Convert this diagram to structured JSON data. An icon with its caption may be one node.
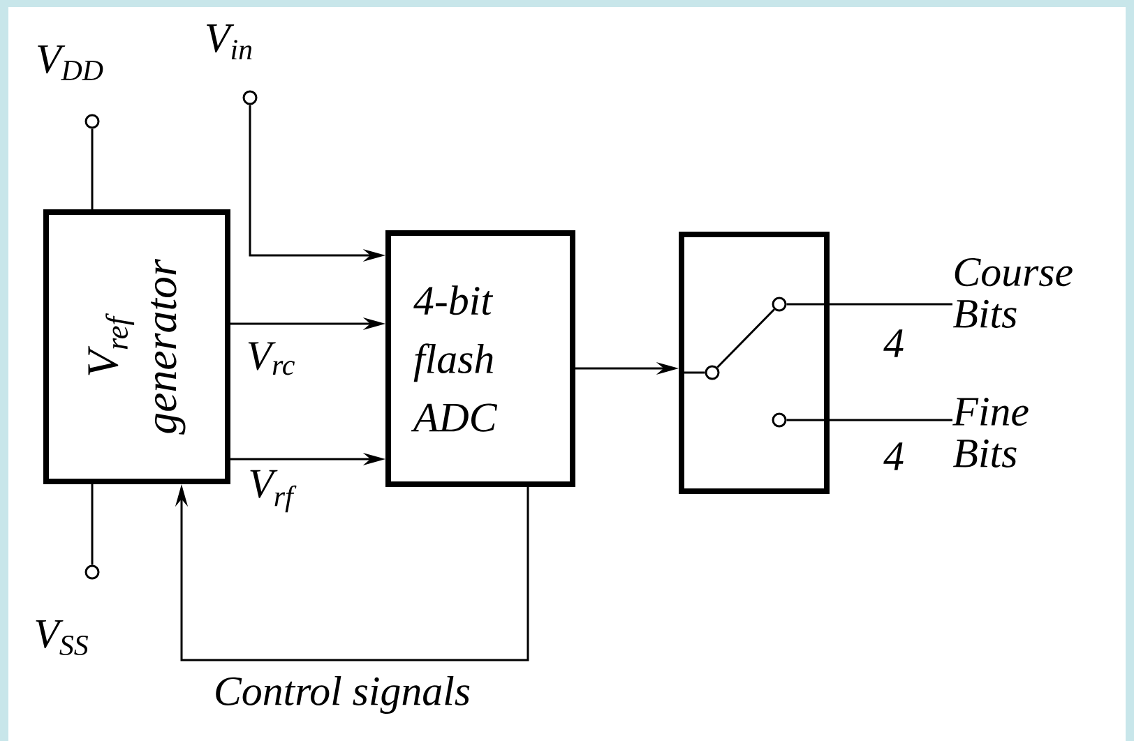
{
  "diagram": {
    "nodes": [
      {
        "text": [
          "V$_{ref}$ generator"
        ]
      },
      {
        "text": [
          "4-bit flash ADC"
        ]
      },
      {
        "text": [],
        "shape": "box"
      },
      {
        "text": [],
        "shape": "circle",
        "beside": [
          "V$_{DD}$"
        ]
      },
      {
        "text": [],
        "shape": "circle",
        "beside": [
          "V$_{in}$"
        ]
      },
      {
        "text": [],
        "shape": "circle",
        "beside": [
          "V$_{SS}$"
        ]
      },
      {
        "text": [
          "Course Bits"
        ]
      },
      {
        "text": [
          "Fine Bits"
        ]
      },
      {
        "text": [],
        "shape": "circle",
        "in": 2
      },
      {
        "text": [],
        "shape": "circle",
        "in": 2
      },
      {
        "text": [],
        "shape": "circle",
        "in": 2
      }
    ],
    "edges": [
      {
        "from": 3,
        "to": 0,
        "arrow": "none"
      },
      {
        "from": 0,
        "to": 5,
        "arrow": "none"
      },
      {
        "from": 4,
        "to": 1,
        "arrow": "to"
      },
      {
        "from": 0,
        "to": 1,
        "arrow": "to",
        "label": "V$_{rc}$"
      },
      {
        "from": 0,
        "to": 1,
        "arrow": "to",
        "label": "V$_{rf}$"
      },
      {
        "from": 1,
        "to": 0,
        "arrow": "to",
        "label": "Control signals"
      },
      {
        "from": 1,
        "to": 2,
        "arrow": "to"
      },
      {
        "from": 10,
        "to": 8,
        "arrow": "none"
      },
      {
        "from": 8,
        "to": 6,
        "arrow": "none",
        "label": "4"
      },
      {
        "from": 9,
        "to": 7,
        "arrow": "none",
        "label": "4"
      },
      {
        "from": 2,
        "to": 10,
        "arrow": "none"
      }
    ]
  }
}
